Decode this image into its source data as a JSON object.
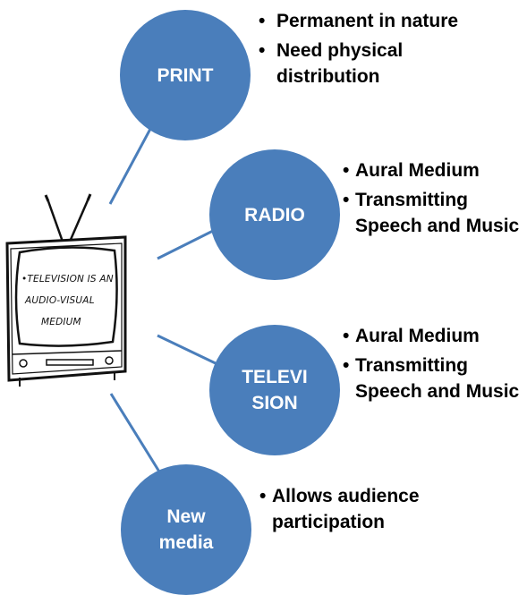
{
  "tv": {
    "lines": [
      "•TELEVISION IS AN",
      "AUDIO-VISUAL",
      "MEDIUM"
    ]
  },
  "nodes": [
    {
      "label_lines": [
        "PRINT"
      ],
      "bullets": [
        "Permanent in nature",
        "Need physical distribution"
      ]
    },
    {
      "label_lines": [
        "RADIO"
      ],
      "bullets": [
        "Aural Medium",
        "Transmitting Speech and Music"
      ]
    },
    {
      "label_lines": [
        "TELEVI",
        "SION"
      ],
      "bullets": [
        "Aural Medium",
        "Transmitting Speech and Music"
      ]
    },
    {
      "label_lines": [
        "New",
        "media"
      ],
      "bullets": [
        "Allows audience participation"
      ]
    }
  ],
  "colors": {
    "node_fill": "#4a7ebb",
    "connector": "#4a7ebb",
    "text": "#000000",
    "node_text": "#ffffff"
  }
}
